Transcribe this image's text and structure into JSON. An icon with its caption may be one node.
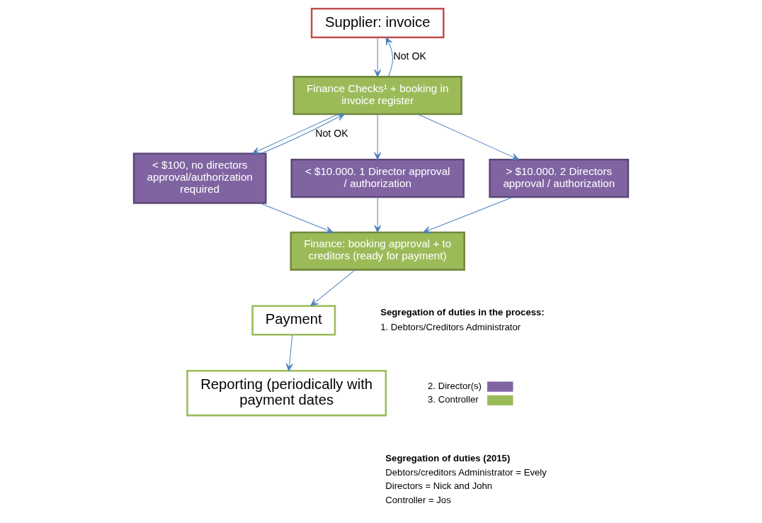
{
  "diagram": {
    "nodes": [
      {
        "text": [
          "Supplier: invoice"
        ]
      },
      {
        "text": [
          "Finance Checks¹ + booking in invoice register"
        ]
      },
      {
        "text": [
          "< $100, no directors approval/authorization required"
        ]
      },
      {
        "text": [
          "< $10.000. 1 Director approval / authorization"
        ]
      },
      {
        "text": [
          "> $10.000. 2 Directors approval / authorization"
        ]
      },
      {
        "text": [
          "Finance: booking approval + to creditors (ready for payment)"
        ]
      },
      {
        "text": [
          "Payment"
        ]
      },
      {
        "text": [
          "Reporting (periodically with payment dates"
        ]
      }
    ],
    "edges": [
      {
        "from": 0,
        "to": 1,
        "arrow": "to"
      },
      {
        "from": 1,
        "to": 0,
        "arrow": "to",
        "label": "Not OK"
      },
      {
        "from": 2,
        "to": 1,
        "arrow": "to",
        "label": "Not OK"
      },
      {
        "from": 1,
        "to": 2,
        "arrow": "to"
      },
      {
        "from": 1,
        "to": 3,
        "arrow": "to"
      },
      {
        "from": 1,
        "to": 4,
        "arrow": "to"
      },
      {
        "from": 2,
        "to": 5,
        "arrow": "to"
      },
      {
        "from": 3,
        "to": 5,
        "arrow": "to"
      },
      {
        "from": 4,
        "to": 5,
        "arrow": "to"
      },
      {
        "from": 5,
        "to": 6,
        "arrow": "to"
      },
      {
        "from": 6,
        "to": 7,
        "arrow": "to"
      }
    ],
    "labels": [
      "Segregation of duties in the process:",
      "1. Debtors/Creditors Administrator",
      "Segregation of duties (2015)",
      "Debtors/creditors Administrator = Evely",
      "Directors = Nick and John",
      "Controller = Jos"
    ],
    "legend": [
      {
        "text": "2. Director(s)",
        "color": "#8064a2"
      },
      {
        "text": "3. Controller",
        "color": "#9bbb59"
      }
    ]
  }
}
